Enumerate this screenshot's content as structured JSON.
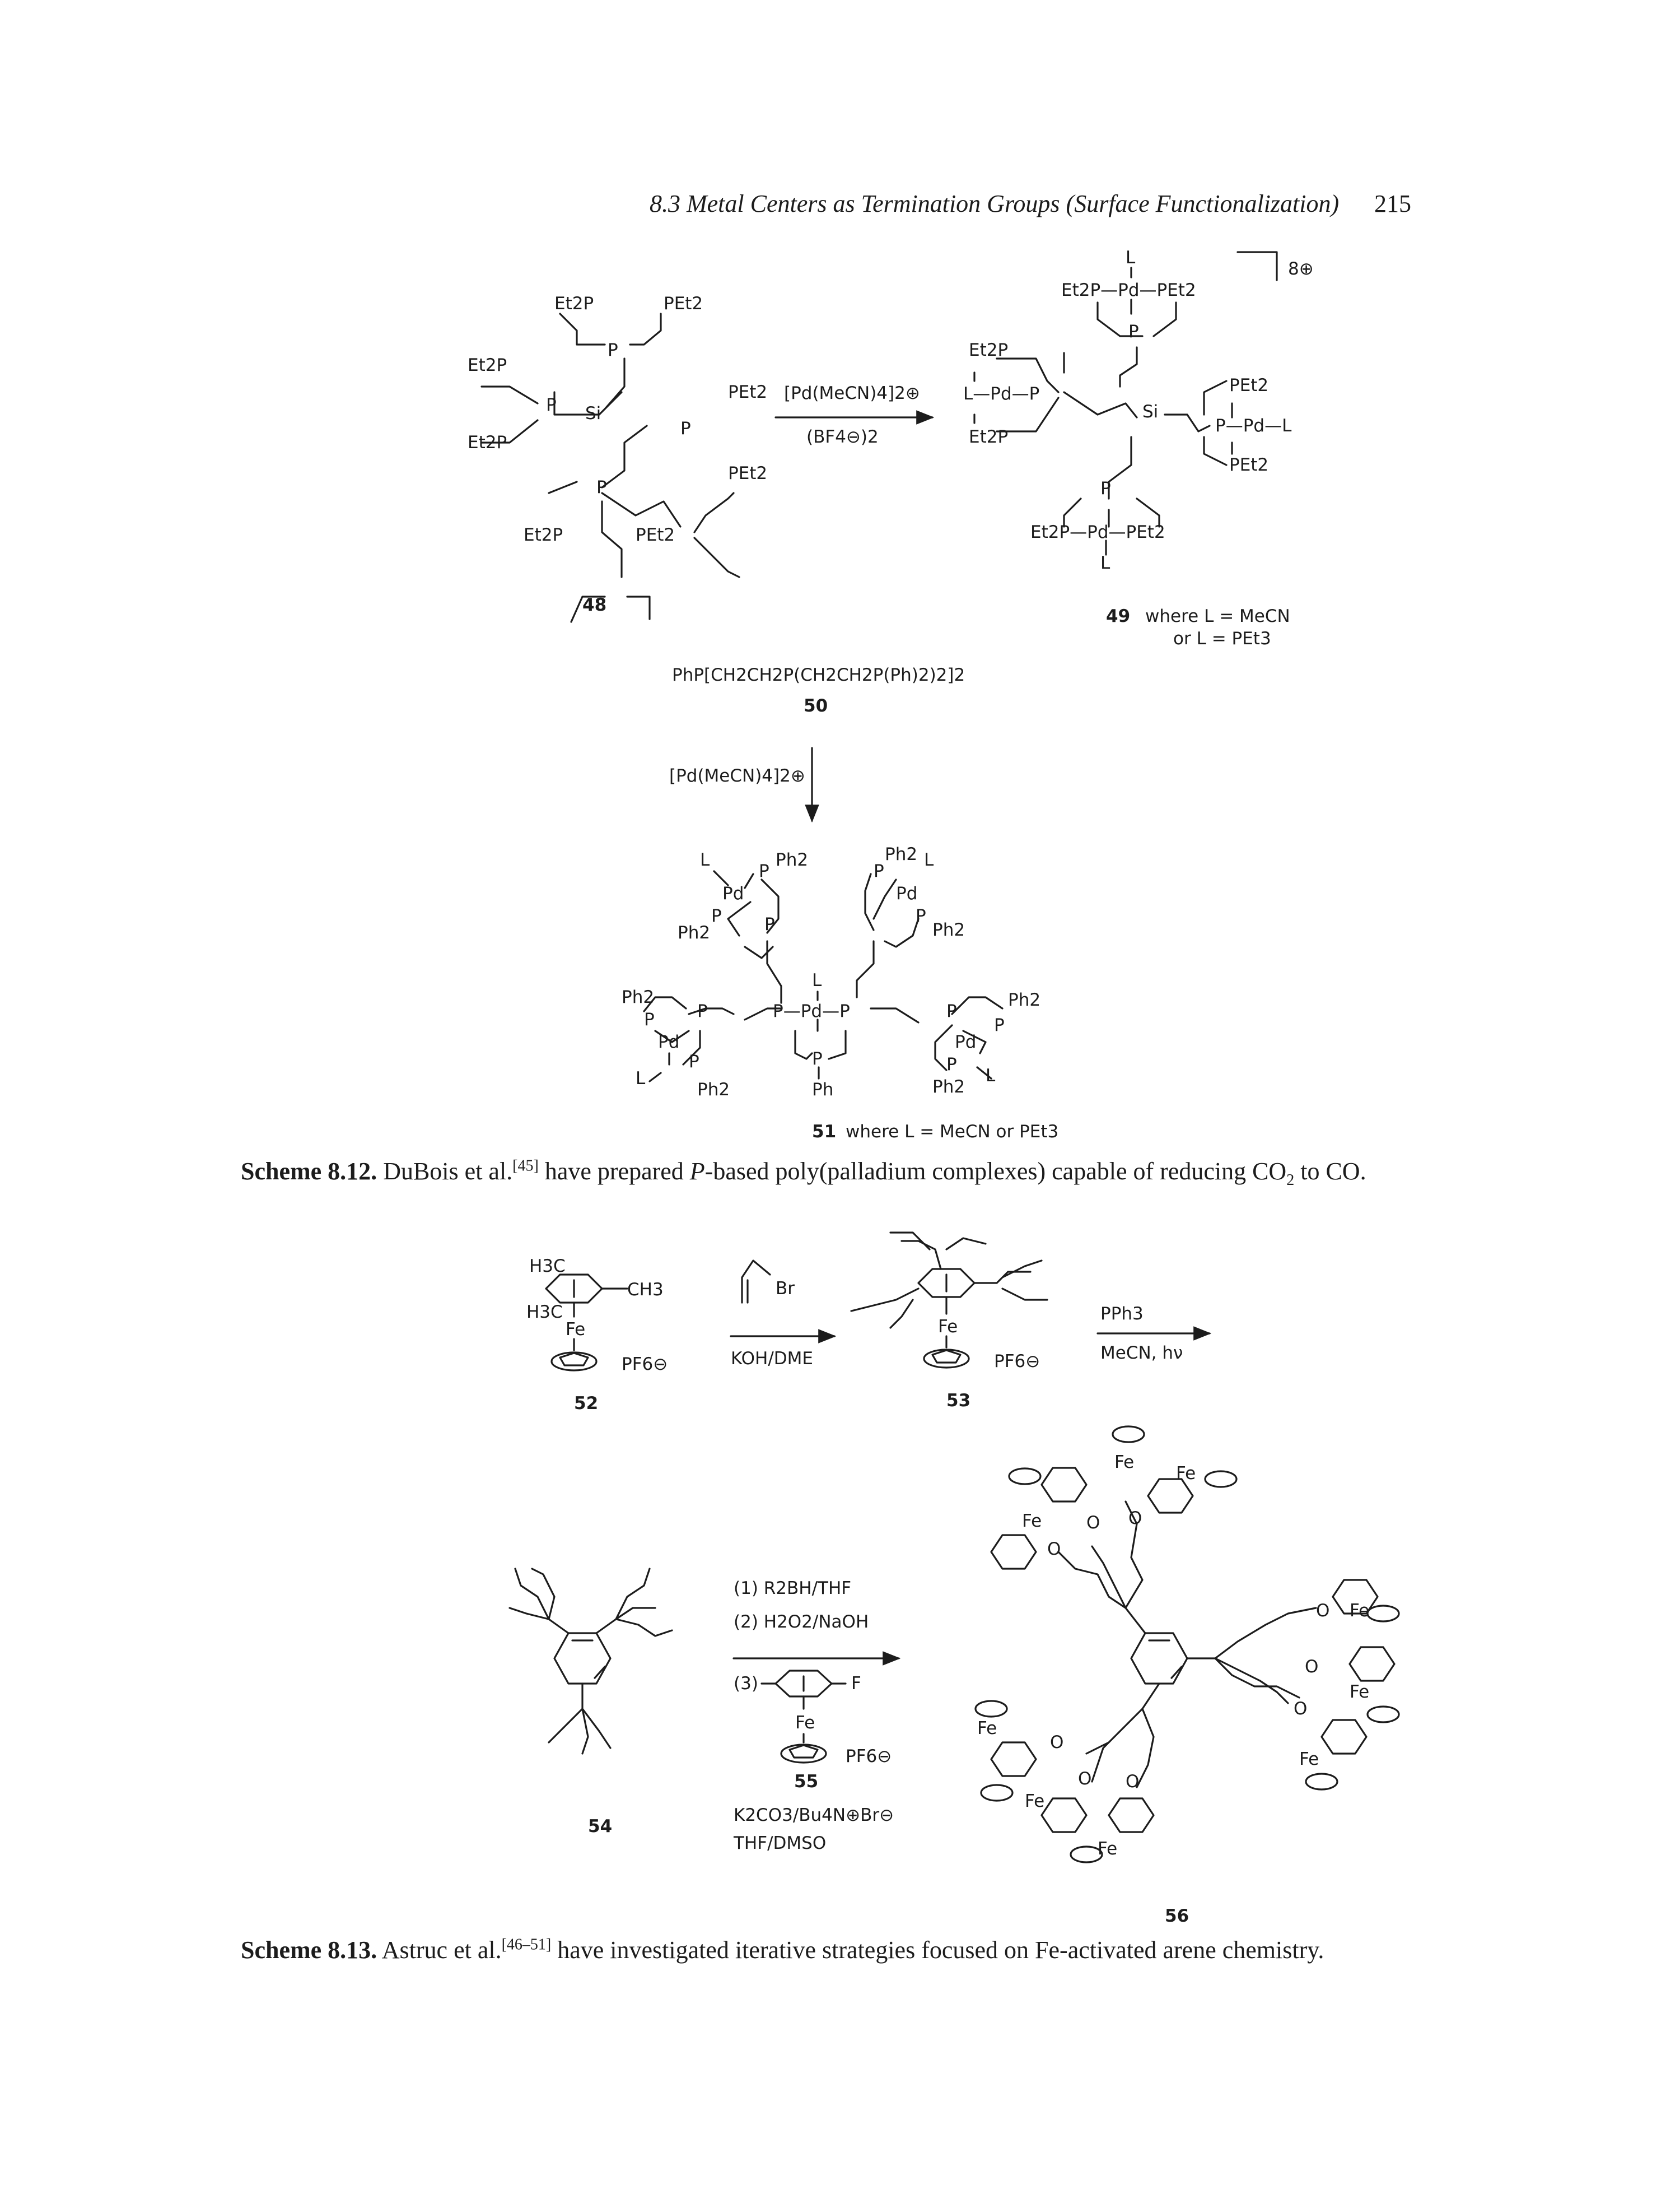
{
  "header": {
    "running_title": "8.3 Metal Centers as Termination Groups (Surface Functionalization)",
    "page_number": "215"
  },
  "scheme_8_12": {
    "compound_48": {
      "id": "48",
      "ligand_labels": [
        "Et2P",
        "PEt2",
        "Et2P",
        "Et2P",
        "PEt2",
        "PEt2",
        "Et2P",
        "PEt2"
      ],
      "atoms": [
        "P",
        "P",
        "Si",
        "P",
        "P"
      ]
    },
    "arrow_1": {
      "reagent_top": "[Pd(MeCN)4]2⊕",
      "reagent_bottom": "(BF4⊖)2"
    },
    "compound_49": {
      "id": "49",
      "charge": "8⊕",
      "legend_line1": "where L = MeCN",
      "legend_line2": "or L = PEt3",
      "labels": [
        "L",
        "Et2P—Pd—PEt2",
        "P",
        "Et2P",
        "L—Pd—P",
        "Et2P",
        "Si",
        "PEt2",
        "P—Pd—L",
        "PEt2",
        "P",
        "Et2P—Pd—PEt2",
        "L"
      ]
    },
    "compound_50": {
      "id": "50",
      "formula": "PhP[CH2CH2P(CH2CH2P(Ph)2)2]2"
    },
    "arrow_2": {
      "reagent": "[Pd(MeCN)4]2⊕"
    },
    "compound_51": {
      "id": "51",
      "legend": "where L = MeCN or PEt3",
      "labels": [
        "L",
        "Ph2",
        "P",
        "Pd",
        "P",
        "Ph2",
        "P",
        "Ph2",
        "P",
        "Pd",
        "L",
        "P",
        "Ph2",
        "L",
        "P—Pd—P",
        "P",
        "Ph",
        "Ph2",
        "P",
        "P",
        "Pd",
        "L",
        "P",
        "Ph2",
        "P",
        "Ph2",
        "P",
        "Pd",
        "L",
        "P",
        "Ph2"
      ]
    },
    "caption": {
      "label": "Scheme 8.12.",
      "author": "DuBois et al.",
      "ref": "[45]",
      "text_before_italic": " have prepared ",
      "italic": "P",
      "text_after_italic": "-based poly(palladium complexes) capable of reducing CO",
      "subscript": "2",
      "text_end": " to CO."
    }
  },
  "scheme_8_13": {
    "compound_52": {
      "id": "52",
      "labels": [
        "H3C",
        "CH3",
        "H3C",
        "Fe",
        "PF6⊖"
      ]
    },
    "arrow_1": {
      "reagent_top": "Br",
      "reagent_bottom": "KOH/DME"
    },
    "compound_53": {
      "id": "53",
      "labels": [
        "Fe",
        "PF6⊖"
      ]
    },
    "arrow_2": {
      "reagent_top": "PPh3",
      "reagent_bottom": "MeCN, hν"
    },
    "compound_54": {
      "id": "54"
    },
    "arrow_3": {
      "step1": "(1) R2BH/THF",
      "step2": "(2) H2O2/NaOH",
      "step3": "(3)",
      "step3_substituent": "F",
      "step3_metal": "Fe",
      "step3_counterion": "PF6⊖",
      "step3_compound": "55",
      "conditions1": "K2CO3/Bu4N⊕Br⊖",
      "conditions2": "THF/DMSO"
    },
    "compound_56": {
      "id": "56",
      "labels": [
        "Fe",
        "Fe",
        "Fe",
        "Fe",
        "Fe",
        "Fe",
        "Fe",
        "Fe",
        "Fe",
        "O",
        "O",
        "O",
        "O",
        "O",
        "O",
        "O",
        "O",
        "O"
      ]
    },
    "caption": {
      "label": "Scheme 8.13.",
      "author": "Astruc et al.",
      "ref": "[46–51]",
      "text": " have investigated iterative strategies focused on Fe-activated arene chemistry."
    }
  }
}
